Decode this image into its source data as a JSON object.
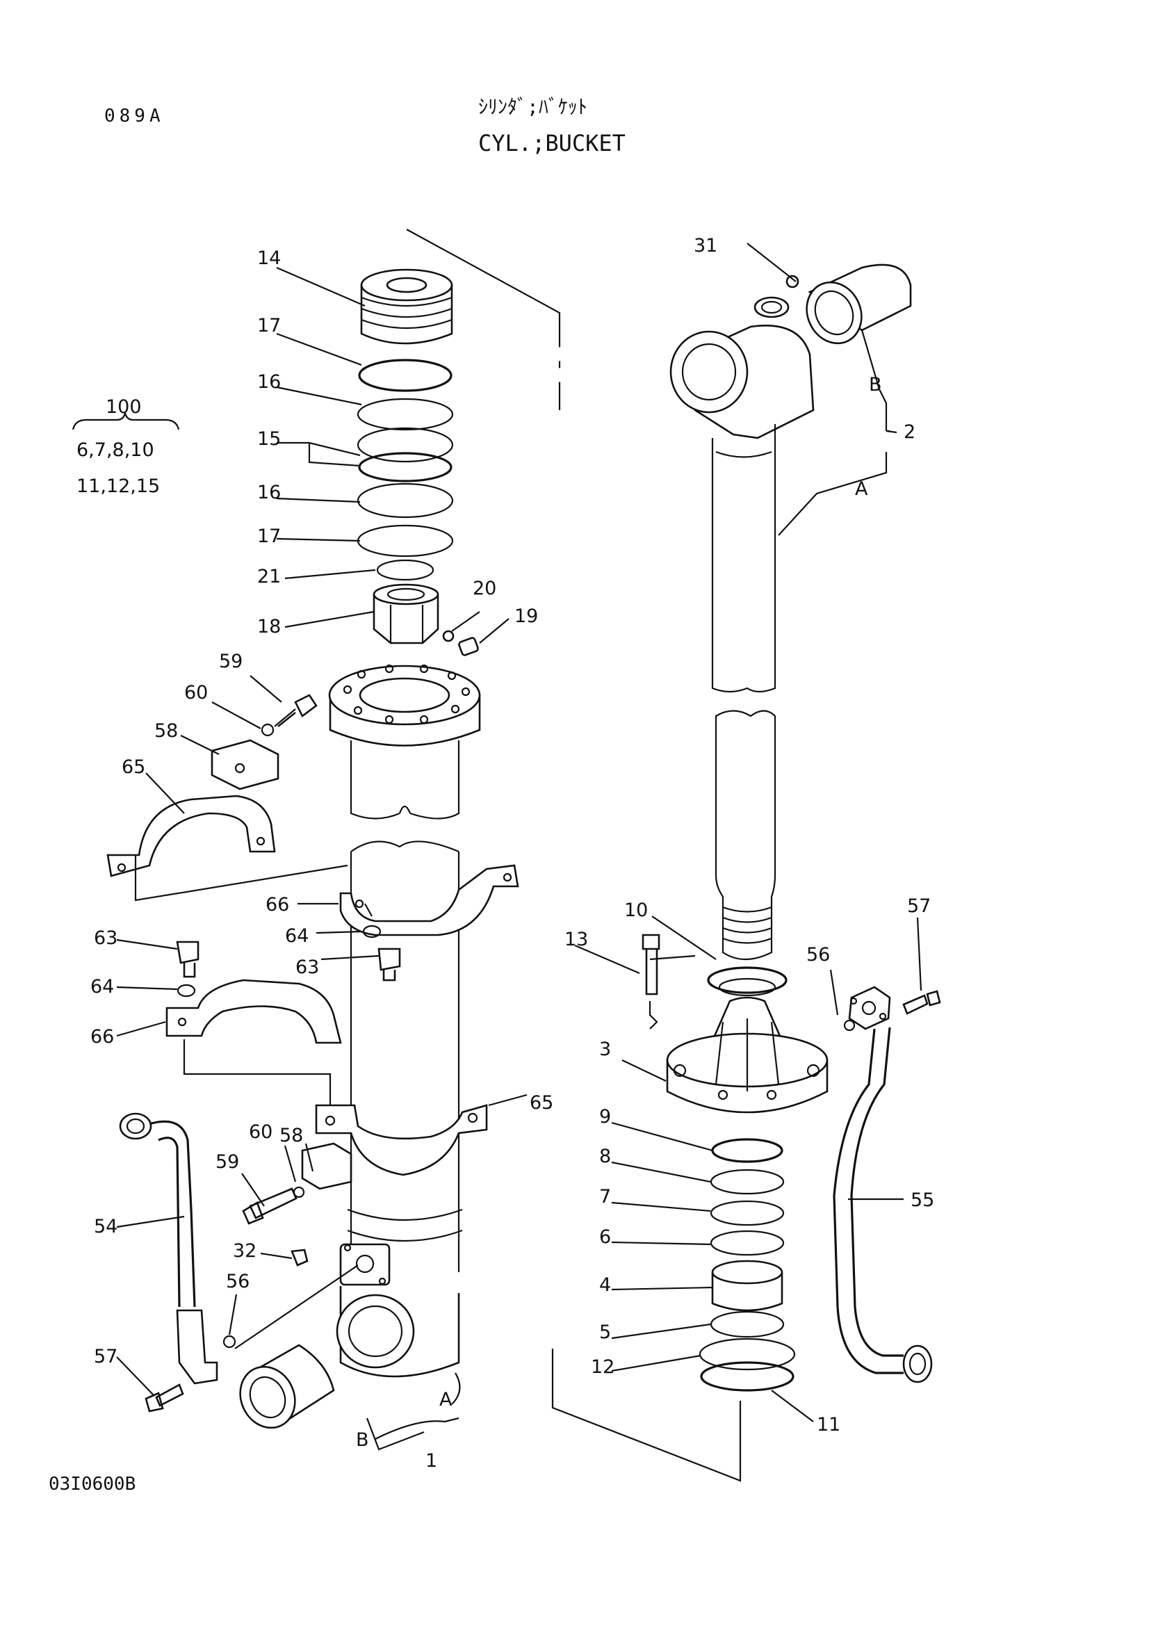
{
  "header": {
    "page_code": "089A",
    "title_jp": "ｼﾘﾝﾀﾞ;ﾊﾞｹｯﾄ",
    "title_en": "CYL.;BUCKET",
    "drawing_no": "03I0600B"
  },
  "kit": {
    "number": "100",
    "line1": "6,7,8,10",
    "line2": "11,12,15"
  },
  "callouts": [
    {
      "id": "c14",
      "text": "14"
    },
    {
      "id": "c17a",
      "text": "17"
    },
    {
      "id": "c16a",
      "text": "16"
    },
    {
      "id": "c15",
      "text": "15"
    },
    {
      "id": "c16b",
      "text": "16"
    },
    {
      "id": "c17b",
      "text": "17"
    },
    {
      "id": "c21",
      "text": "21"
    },
    {
      "id": "c20",
      "text": "20"
    },
    {
      "id": "c19",
      "text": "19"
    },
    {
      "id": "c18",
      "text": "18"
    },
    {
      "id": "c59a",
      "text": "59"
    },
    {
      "id": "c60a",
      "text": "60"
    },
    {
      "id": "c58a",
      "text": "58"
    },
    {
      "id": "c65a",
      "text": "65"
    },
    {
      "id": "c66a",
      "text": "66"
    },
    {
      "id": "c64a",
      "text": "64"
    },
    {
      "id": "c63a",
      "text": "63"
    },
    {
      "id": "c63b",
      "text": "63"
    },
    {
      "id": "c64b",
      "text": "64"
    },
    {
      "id": "c66b",
      "text": "66"
    },
    {
      "id": "c65b",
      "text": "65"
    },
    {
      "id": "c58b",
      "text": "58"
    },
    {
      "id": "c60b",
      "text": "60"
    },
    {
      "id": "c59b",
      "text": "59"
    },
    {
      "id": "c54",
      "text": "54"
    },
    {
      "id": "c32",
      "text": "32"
    },
    {
      "id": "c56a",
      "text": "56"
    },
    {
      "id": "c57a",
      "text": "57"
    },
    {
      "id": "cAa",
      "text": "A"
    },
    {
      "id": "cBa",
      "text": "B"
    },
    {
      "id": "c1",
      "text": "1"
    },
    {
      "id": "c31",
      "text": "31"
    },
    {
      "id": "cBb",
      "text": "B"
    },
    {
      "id": "c2",
      "text": "2"
    },
    {
      "id": "cAb",
      "text": "A"
    },
    {
      "id": "c10",
      "text": "10"
    },
    {
      "id": "c13",
      "text": "13"
    },
    {
      "id": "c56b",
      "text": "56"
    },
    {
      "id": "c57b",
      "text": "57"
    },
    {
      "id": "c3",
      "text": "3"
    },
    {
      "id": "c9",
      "text": "9"
    },
    {
      "id": "c8",
      "text": "8"
    },
    {
      "id": "c7",
      "text": "7"
    },
    {
      "id": "c6",
      "text": "6"
    },
    {
      "id": "c4",
      "text": "4"
    },
    {
      "id": "c5",
      "text": "5"
    },
    {
      "id": "c12",
      "text": "12"
    },
    {
      "id": "c11",
      "text": "11"
    },
    {
      "id": "c55",
      "text": "55"
    }
  ]
}
